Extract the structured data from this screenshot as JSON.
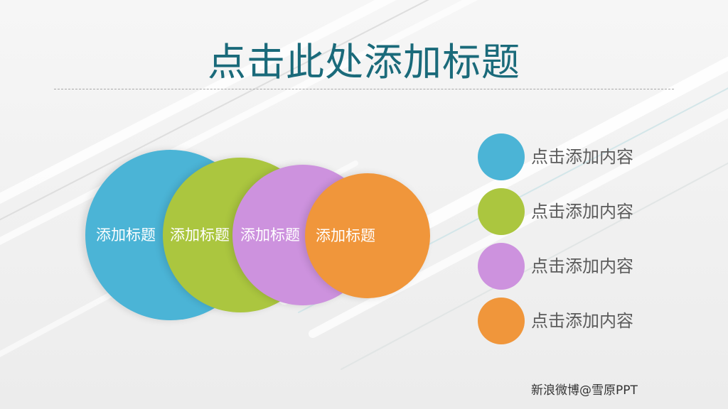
{
  "slide": {
    "title": "点击此处添加标题"
  },
  "colors": {
    "title": "#1a6a7a",
    "blue": "#4bb4d6",
    "green": "#abc63f",
    "purple": "#cd92de",
    "orange": "#f0963b",
    "legend_text": "#5b5b5b"
  },
  "circles": [
    {
      "label": "添加标题",
      "color": "#4bb4d6"
    },
    {
      "label": "添加标题",
      "color": "#abc63f"
    },
    {
      "label": "添加标题",
      "color": "#cd92de"
    },
    {
      "label": "添加标题",
      "color": "#f0963b"
    }
  ],
  "legend": [
    {
      "label": "点击添加内容",
      "color": "#4bb4d6"
    },
    {
      "label": "点击添加内容",
      "color": "#abc63f"
    },
    {
      "label": "点击添加内容",
      "color": "#cd92de"
    },
    {
      "label": "点击添加内容",
      "color": "#f0963b"
    }
  ],
  "watermark": "新浪微博@雪原PPT"
}
